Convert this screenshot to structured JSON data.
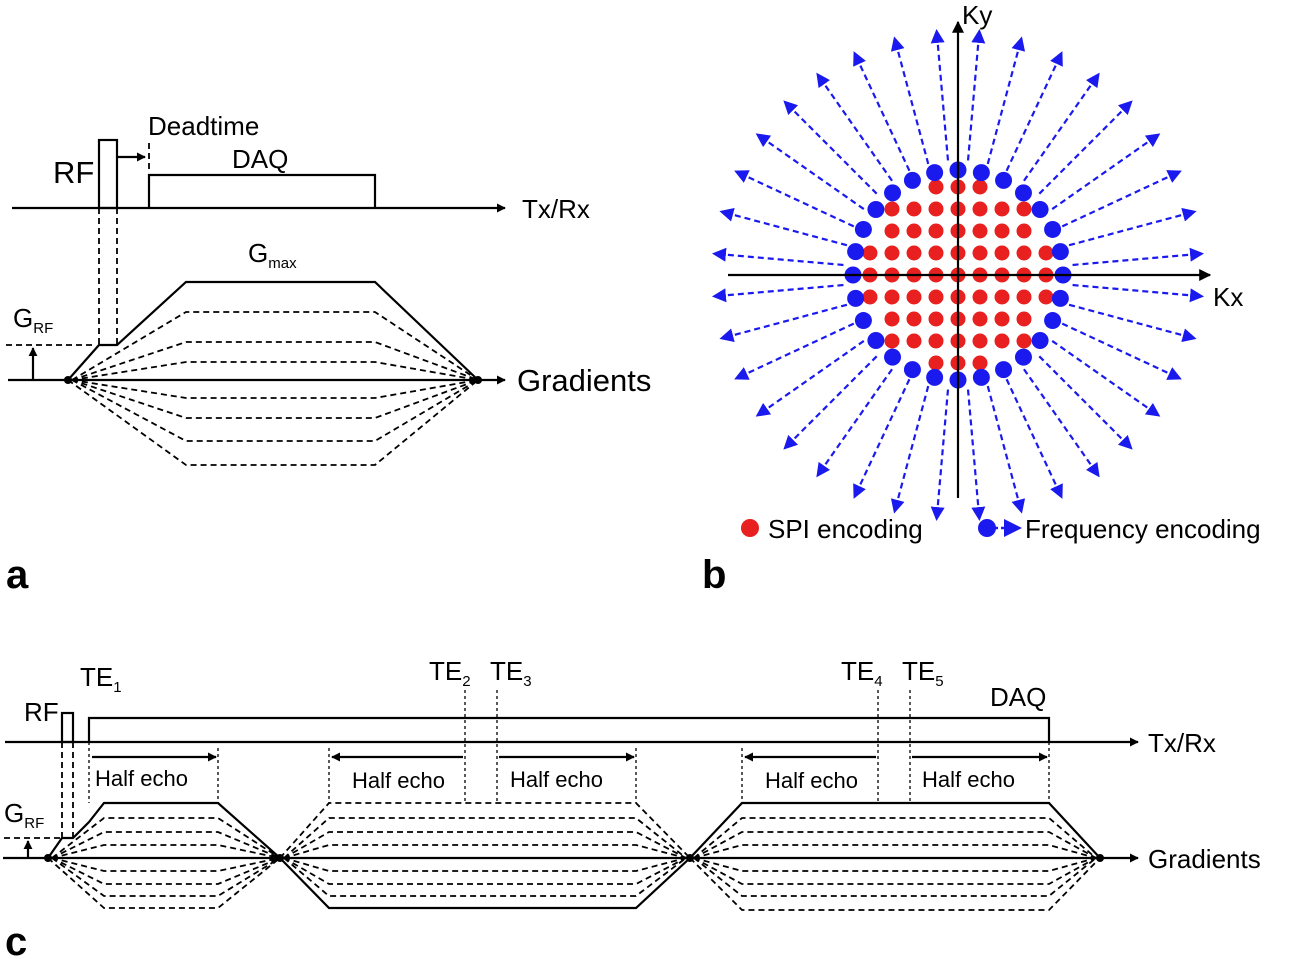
{
  "panel_a": {
    "panel_label": "a",
    "rf_label": "RF",
    "deadtime_label": "Deadtime",
    "daq_label": "DAQ",
    "txrx_label": "Tx/Rx",
    "gmax_label_main": "G",
    "gmax_label_sub": "max",
    "grf_label_main": "G",
    "grf_label_sub": "RF",
    "gradients_label": "Gradients"
  },
  "panel_b": {
    "panel_label": "b",
    "ky_label": "Ky",
    "kx_label": "Kx",
    "legend": [
      {
        "label": "SPI encoding",
        "color": "#e8201f"
      },
      {
        "label": "Frequency encoding",
        "color": "#1a1aef"
      }
    ]
  },
  "panel_c": {
    "panel_label": "c",
    "rf_label": "RF",
    "daq_label": "DAQ",
    "txrx_label": "Tx/Rx",
    "grf_label_main": "G",
    "grf_label_sub": "RF",
    "gradients_label": "Gradients",
    "te_labels": [
      {
        "main": "TE",
        "sub": "1"
      },
      {
        "main": "TE",
        "sub": "2"
      },
      {
        "main": "TE",
        "sub": "3"
      },
      {
        "main": "TE",
        "sub": "4"
      },
      {
        "main": "TE",
        "sub": "5"
      }
    ],
    "half_echo_labels": [
      "Half echo",
      "Half echo",
      "Half echo",
      "Half echo",
      "Half echo"
    ]
  },
  "colors": {
    "spi_red": "#e8201f",
    "freq_blue": "#1a1aef",
    "line": "#000000"
  }
}
